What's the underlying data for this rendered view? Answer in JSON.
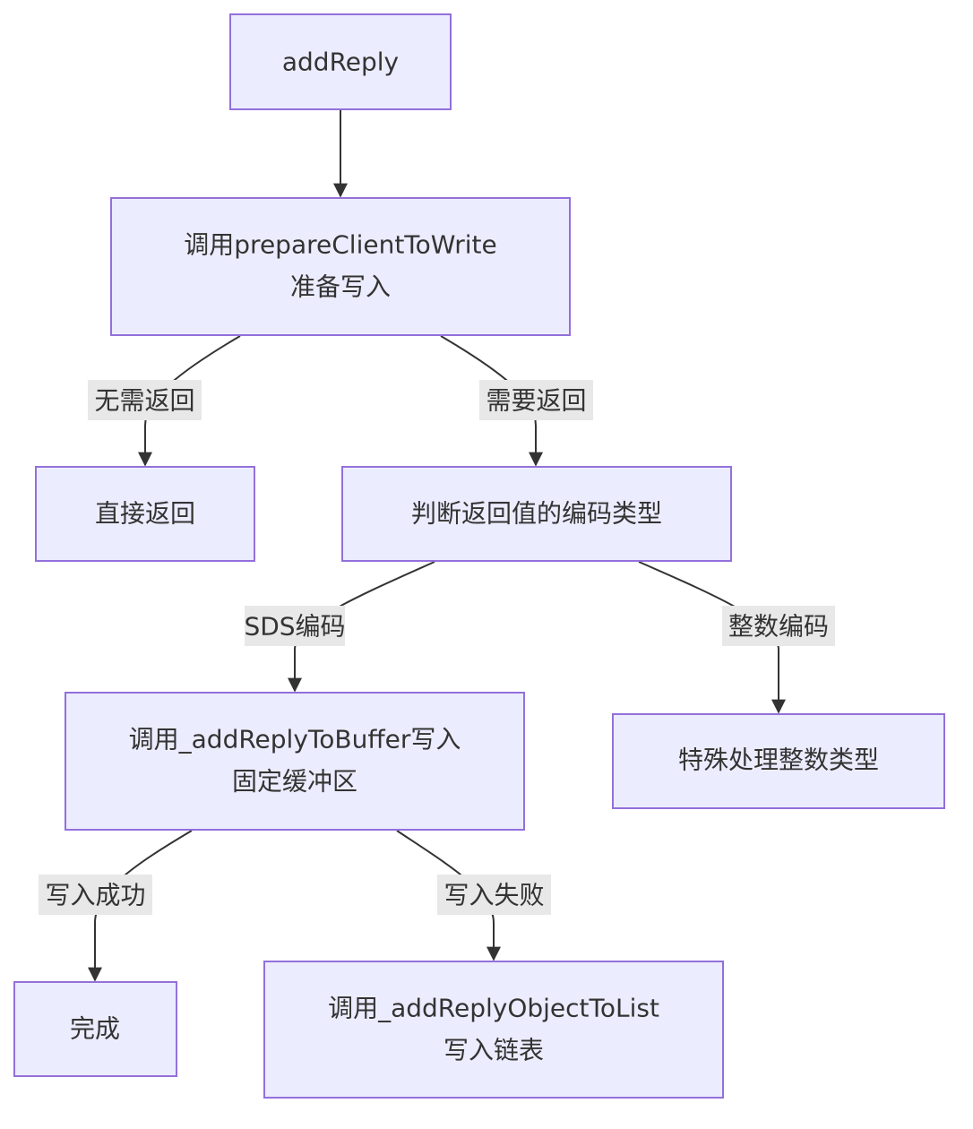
{
  "nodes": {
    "add_reply": {
      "lines": [
        "addReply"
      ]
    },
    "prepare_client": {
      "lines": [
        "调用prepareClientToWrite",
        "准备写入"
      ]
    },
    "direct_return": {
      "lines": [
        "直接返回"
      ]
    },
    "check_encoding": {
      "lines": [
        "判断返回值的编码类型"
      ]
    },
    "add_to_buffer": {
      "lines": [
        "调用_addReplyToBuffer写入",
        "固定缓冲区"
      ]
    },
    "int_special": {
      "lines": [
        "特殊处理整数类型"
      ]
    },
    "done": {
      "lines": [
        "完成"
      ]
    },
    "add_to_list": {
      "lines": [
        "调用_addReplyObjectToList",
        "写入链表"
      ]
    }
  },
  "edges": {
    "no_return": "无需返回",
    "need_return": "需要返回",
    "sds_encoding": "SDS编码",
    "int_encoding": "整数编码",
    "write_success": "写入成功",
    "write_fail": "写入失败"
  },
  "colors": {
    "node_fill": "#ECECFF",
    "node_stroke": "#9370DB",
    "edge": "#333333",
    "label_bg": "#E8E8E8",
    "text": "#333333"
  }
}
